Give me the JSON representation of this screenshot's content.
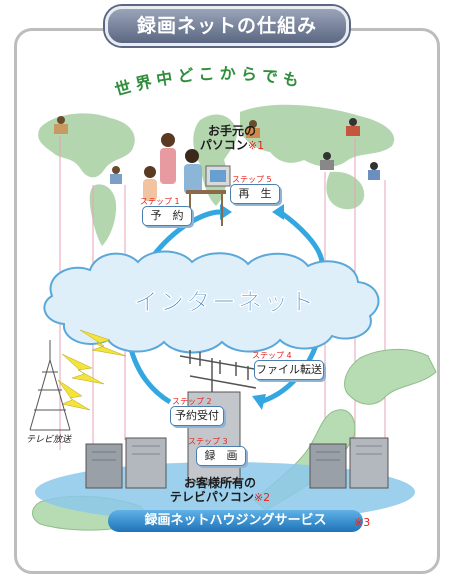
{
  "title": "録画ネットの仕組み",
  "tagline": "世界中どこからでも",
  "internet_label": "インターネット",
  "user_pc": {
    "line1": "お手元の",
    "line2": "パソコン",
    "note": "※1"
  },
  "customer_pc": {
    "line1": "お客様所有の",
    "line2": "テレビパソコン",
    "note": "※2"
  },
  "footer": {
    "label": "録画ネットハウジングサービス",
    "note": "※3"
  },
  "tv_broadcast": "テレビ放送",
  "steps": [
    {
      "step": "ステップ 1",
      "label": "予　約"
    },
    {
      "step": "ステップ 2",
      "label": "予約受付"
    },
    {
      "step": "ステップ 3",
      "label": "録　画"
    },
    {
      "step": "ステップ 4",
      "label": "ファイル転送"
    },
    {
      "step": "ステップ 5",
      "label": "再　生"
    }
  ],
  "colors": {
    "accent": "#e8231c",
    "arrow": "#34a7e0",
    "map": "#9cc79a",
    "frame": "#bdbdbd"
  }
}
